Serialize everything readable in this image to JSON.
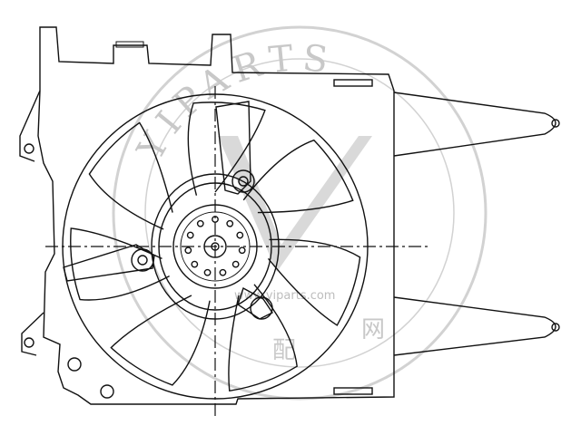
{
  "watermark": {
    "brand_arc": "YIPARTS",
    "url": "www.yiparts.com",
    "cjk_right": "网",
    "cjk_bottom": "配",
    "color": "#c8c8c8"
  },
  "drawing": {
    "line_color": "#111111",
    "fan_blade_count": 7,
    "hub_bolt_count": 11
  }
}
